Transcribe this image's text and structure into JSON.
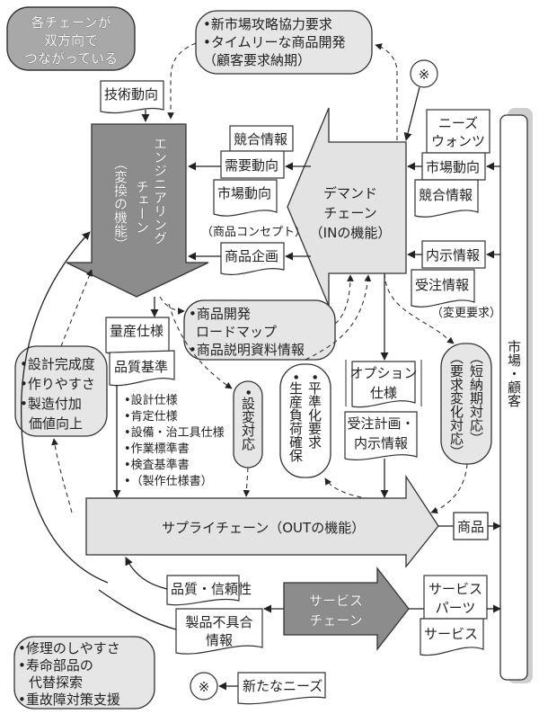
{
  "title_bubble": [
    "各チェーンが",
    "双方向で",
    "つながっている"
  ],
  "top_bubble": [
    "•新市場攻略協力要求",
    "•タイムリーな商品開発",
    "（顧客要求納期）"
  ],
  "note_mark": "※",
  "engineering_chain": {
    "title": "エンジニアリングチェーン",
    "title_line1": "エンジニアリング",
    "title_line2": "チェーン",
    "subtitle": "（変換の機能）"
  },
  "demand_chain": {
    "line1": "デマンド",
    "line2": "チェーン",
    "line3": "（INの機能）"
  },
  "supply_chain": {
    "label": "サプライチェーン（OUTの機能）"
  },
  "service_chain": {
    "line1": "サービス",
    "line2": "チェーン"
  },
  "market": {
    "label": "市場・顧客"
  },
  "docs": {
    "tech_trend": "技術動向",
    "competition_info_1": "競合情報",
    "demand_trend": "需要動向",
    "market_trend_1": "市場動向",
    "product_concept": "（商品コンセプト）",
    "product_plan": "商品企画",
    "needs_wants": [
      "ニーズ",
      "ウォンツ"
    ],
    "market_trend_2": "市場動向",
    "competition_info_2": "競合情報",
    "informal_info": "内示情報",
    "order_info": "受注情報",
    "change_request": "（変更要求）",
    "mass_spec": "量産仕様",
    "quality_std": "品質基準",
    "option_spec": [
      "オプション",
      "仕様"
    ],
    "order_plan": [
      "受注計画・",
      "内示情報"
    ],
    "product": "商品",
    "quality_reliability": "品質・信頼性",
    "defect_info": [
      "製品不具合",
      "情報"
    ],
    "service_parts": [
      "サービス",
      "パーツ"
    ],
    "service": "サービス",
    "new_needs": "新たなニーズ"
  },
  "spec_list": [
    "•設計仕様",
    "•肯定仕様",
    "•設備・治工具仕様",
    "•作業標準書",
    "•検査基準書",
    "•（製作仕様書）"
  ],
  "roadmap_bubble": [
    "•商品開発",
    "ロードマップ",
    "•商品説明資料情報"
  ],
  "design_bubble": [
    "•設計完成度",
    "•作りやすさ",
    "•製造付加",
    "価値向上"
  ],
  "design_change": "•設変対応",
  "leveling": [
    "•平準化要求",
    "•生産負荷確保"
  ],
  "short_lead": [
    "（短納期対応）",
    "（要求変化対応）"
  ],
  "repair_bubble": [
    "•修理のしやすさ",
    "•寿命部品の",
    "代替探索",
    "•重故障対策支援"
  ]
}
